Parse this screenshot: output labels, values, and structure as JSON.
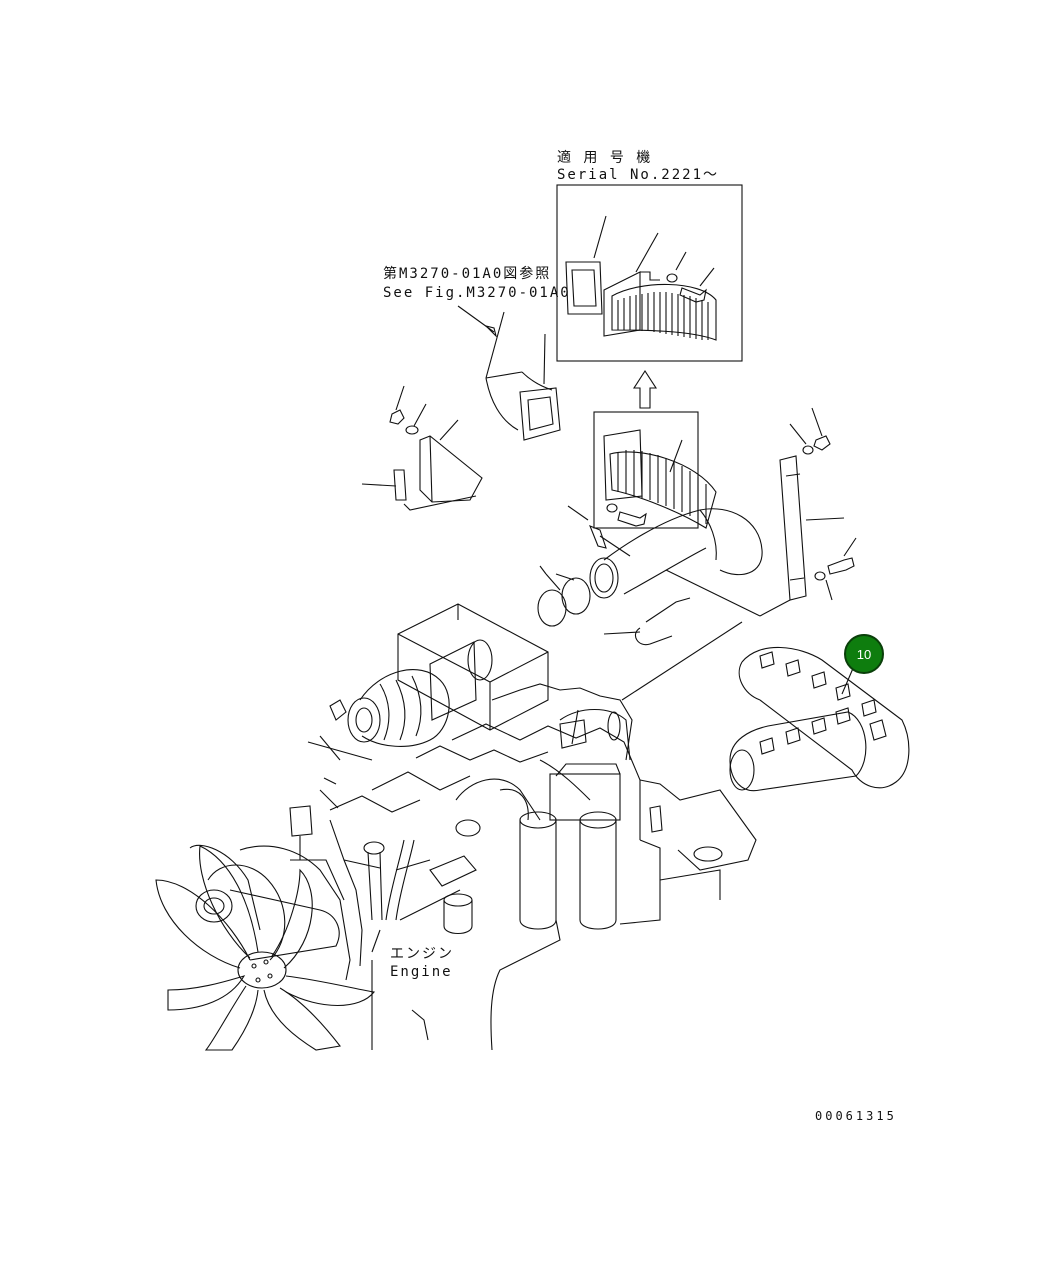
{
  "callout": {
    "number": "10",
    "color": "#0e7d0e"
  },
  "inset": {
    "jp_label": "適 用 号 機",
    "serial_label": "Serial No.2221～"
  },
  "reference": {
    "jp_label": "第M3270-01A0図参照",
    "en_label": "See Fig.M3270-01A0"
  },
  "engine": {
    "jp_label": "エンジン",
    "en_label": "Engine"
  },
  "doc_number": "00061315"
}
